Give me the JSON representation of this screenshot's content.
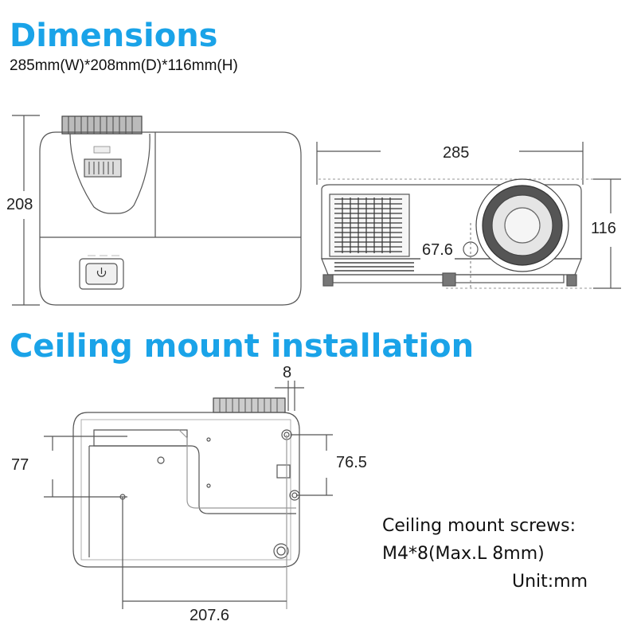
{
  "sections": {
    "dimensions": {
      "title": "Dimensions",
      "size_text": "285mm(W)*208mm(D)*116mm(H)",
      "top_view": {
        "depth_label": "208"
      },
      "front_view": {
        "width_label": "285",
        "height_label": "116",
        "lens_label": "67.6"
      }
    },
    "ceiling": {
      "title": "Ceiling mount installation",
      "offset_label": "8",
      "left_spacing_label": "77",
      "right_spacing_label": "76.5",
      "bottom_spacing_label": "207.6",
      "screws_line1": "Ceiling mount screws:",
      "screws_line2": "M4*8(Max.L 8mm)",
      "unit_text": "Unit:mm"
    }
  },
  "colors": {
    "title": "#1aa3e8",
    "line": "#555555"
  },
  "icons": [
    "power-icon"
  ]
}
